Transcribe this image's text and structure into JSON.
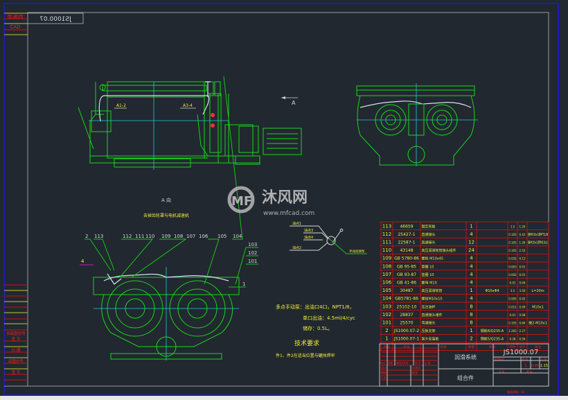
{
  "drawing_number_mirrored": "JS1000.07",
  "margin_labels": {
    "borrowed": "借(通)用",
    "cad": "CAD"
  },
  "left_strip": [
    "旧底图总号",
    "签 字",
    "日 期",
    "底图总号",
    "签 字"
  ],
  "views": {
    "view_a_arrow": "A",
    "view_a_title": "A 向",
    "view_a_caption": "去掉齿轮罩与电机减速机",
    "callouts_top": [
      "A1-2",
      "A3-4"
    ]
  },
  "balloons": [
    "2",
    "113",
    "112",
    "111",
    "110",
    "109",
    "108",
    "107",
    "106",
    "105",
    "104",
    "103",
    "102",
    "101",
    "1",
    "4"
  ],
  "pump_diagram": {
    "points": [
      "油点1",
      "油点3",
      "油点4",
      "油点2"
    ],
    "pump_label": "手动润滑泵"
  },
  "notes": {
    "line1": "多点手动泵：出油口4口，NPT1/8，",
    "line2": "单口出油：4.5ml/4/cyc",
    "line3": "储存：0.5L。",
    "tech_title": "技术要求",
    "tech_line1": "件1、件2在适当位置与罐体焊牢"
  },
  "watermark": {
    "brand": "沐风网",
    "url": "www.mfcad.com"
  },
  "bom": {
    "rows": [
      [
        "113",
        "46659",
        "固定夹板",
        "1",
        "",
        "1.5",
        "1.20",
        ""
      ],
      [
        "112",
        "25427-1",
        "直通接头",
        "4",
        "",
        "0.105",
        "0.42",
        "接M10x1转PT1/8"
      ],
      [
        "111",
        "22587-1",
        "直通接头",
        "12",
        "",
        "0.105",
        "1.26",
        "接M10x1转M10x1"
      ],
      [
        "110",
        "43148",
        "高压润滑软管接头组件",
        "24",
        "",
        "0.105",
        "2.52",
        ""
      ],
      [
        "109",
        "GB 5780-86",
        "螺栓 M10x45",
        "4",
        "",
        "0.032",
        "0.13",
        ""
      ],
      [
        "108",
        "GB 95-85",
        "垫圈 10",
        "4",
        "",
        "0.003",
        "0.01",
        ""
      ],
      [
        "107",
        "GB 93-87",
        "垫圈 10",
        "4",
        "",
        "0.002",
        "0.01",
        ""
      ],
      [
        "106",
        "GB 41-86",
        "螺母 M10",
        "4",
        "",
        "0.01",
        "0.04",
        ""
      ],
      [
        "105",
        "30487",
        "高压润滑软管",
        "1",
        "Φ10xΦ4",
        "3.5",
        "3.50",
        "L=20m"
      ],
      [
        "104",
        "GB5781-86",
        "螺栓M10x10",
        "4",
        "",
        "0.005",
        "0.02",
        ""
      ],
      [
        "103",
        "25102-10",
        "压注油杯",
        "8",
        "",
        "0.011",
        "0.09",
        "M10x1"
      ],
      [
        "102",
        "28837",
        "直通接头堵件",
        "8",
        "",
        "0.01",
        "0.08",
        ""
      ],
      [
        "101",
        "25570",
        "弯通接头",
        "8",
        "",
        "0.105",
        "0.84",
        "接2-M10x1"
      ],
      [
        "2",
        "JS1000.07-2",
        "压板支架",
        "1",
        "钢板8/Q235-A",
        "2.265",
        "2.27",
        ""
      ],
      [
        "1",
        "JS1000.07-1",
        "泵头安装板",
        "2",
        "钢板5/Q235-A",
        "0.28",
        "0.56",
        ""
      ]
    ],
    "header": [
      "序号",
      "代号",
      "名称",
      "数量",
      "材料",
      "单件",
      "总计",
      "备注"
    ]
  },
  "title_block": {
    "system_name": "润滑系统",
    "part_name": "组合件",
    "drawing_number": "JS1000.07",
    "labels_left": [
      "设计",
      "审核",
      "工艺",
      "标准化",
      "批准"
    ],
    "labels_mid": [
      "标记",
      "处数",
      "更改文件号",
      "签 字",
      "日 期"
    ],
    "labels_right": [
      "阶段标记",
      "重 量",
      "比 例",
      "共  张",
      "第  张"
    ],
    "quantity": "1",
    "weight": "0.49",
    "scale": "1:15",
    "format": "幅面规格：A2"
  }
}
